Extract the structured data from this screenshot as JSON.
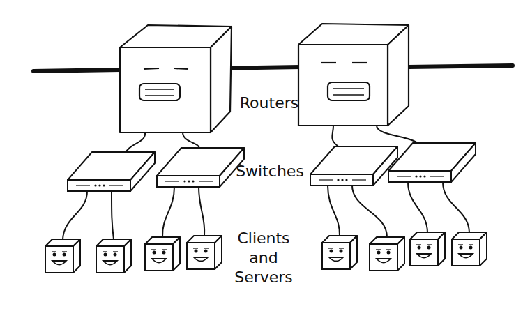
{
  "diagram": {
    "labels": [
      "Routers",
      "Switches",
      "Clients and Servers"
    ]
  }
}
